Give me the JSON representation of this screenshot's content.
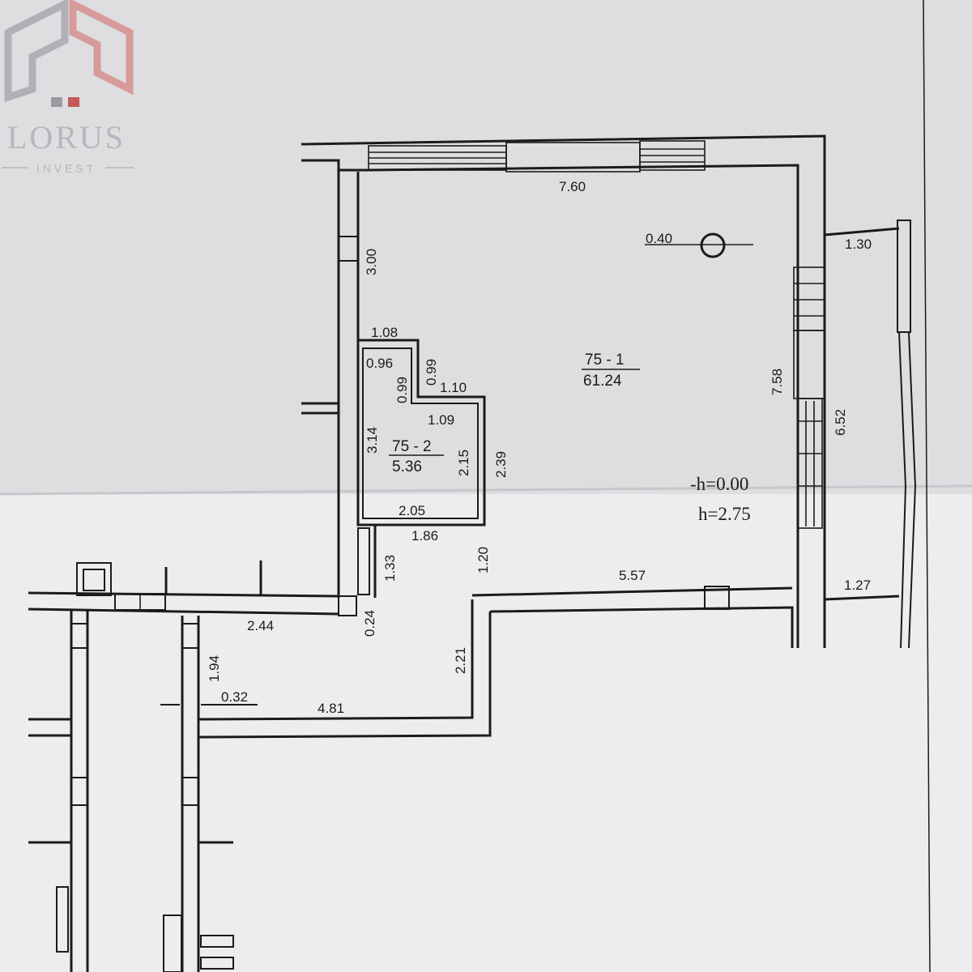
{
  "logo": {
    "brand": "LORUS",
    "tagline": "INVEST",
    "colors": {
      "dark": "#9a9aa2",
      "accent": "#c25a5a"
    }
  },
  "rooms": [
    {
      "number": "75 - 1",
      "area": "61.24"
    },
    {
      "number": "75 - 2",
      "area": "5.36"
    }
  ],
  "heights": {
    "floor": "-h=0.00",
    "ceiling": "h=2.75"
  },
  "dimensions": {
    "top_width": "7.60",
    "left_wall_upper": "3.00",
    "right_wall": "7.58",
    "right_window": "6.52",
    "balcony_top": "1.30",
    "balcony_bottom": "1.27",
    "riser": "0.40",
    "bath_top": "1.08",
    "bath_notch_w": "0.96",
    "bath_notch_h_left": "0.99",
    "bath_notch_h_right": "0.99",
    "bath_step": "1.10",
    "bath_inner_top": "1.09",
    "bath_left": "3.14",
    "bath_inner_right": "2.15",
    "bath_right": "2.39",
    "bath_bottom": "2.05",
    "corridor_top": "1.86",
    "corridor_left": "1.33",
    "corridor_right": "1.20",
    "bottom_right": "5.57",
    "small_pier": "0.24",
    "lower_left_top": "2.44",
    "lower_left_side": "1.94",
    "lower_step": "0.32",
    "lower_bottom": "4.81",
    "lower_right": "2.21"
  }
}
